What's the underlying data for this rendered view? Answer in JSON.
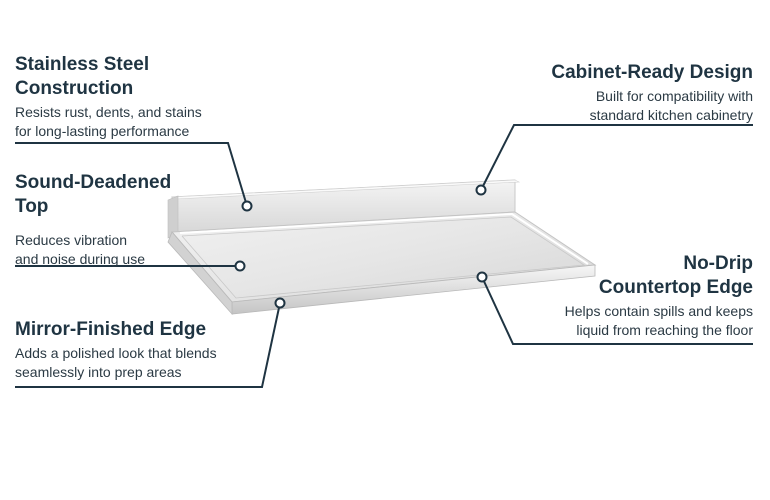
{
  "features": {
    "stainless": {
      "title_lines": [
        "Stainless Steel",
        "Construction"
      ],
      "desc_lines": [
        "Resists rust, dents, and stains",
        "for long-lasting performance"
      ]
    },
    "sound": {
      "title_lines": [
        "Sound-Deadened",
        "Top"
      ],
      "desc_lines": [
        "Reduces vibration",
        "and noise during use"
      ]
    },
    "mirror": {
      "title_lines": [
        "Mirror-Finished Edge"
      ],
      "desc_lines": [
        "Adds a polished look that blends",
        "seamlessly into prep areas"
      ]
    },
    "cabinet": {
      "title_lines": [
        "Cabinet-Ready Design"
      ],
      "desc_lines": [
        "Built for compatibility with",
        "standard kitchen cabinetry"
      ]
    },
    "nodrip": {
      "title_lines": [
        "No-Drip",
        "Countertop Edge"
      ],
      "desc_lines": [
        "Helps contain spills and keeps",
        "liquid from reaching the floor"
      ]
    }
  },
  "colors": {
    "heading": "#1f3442",
    "body_text": "#2b3a44",
    "leader_line": "#1f3442",
    "steel_light": "#eeeeee",
    "steel_mid": "#d9d9d9",
    "steel_dark": "#b8b8b8"
  }
}
